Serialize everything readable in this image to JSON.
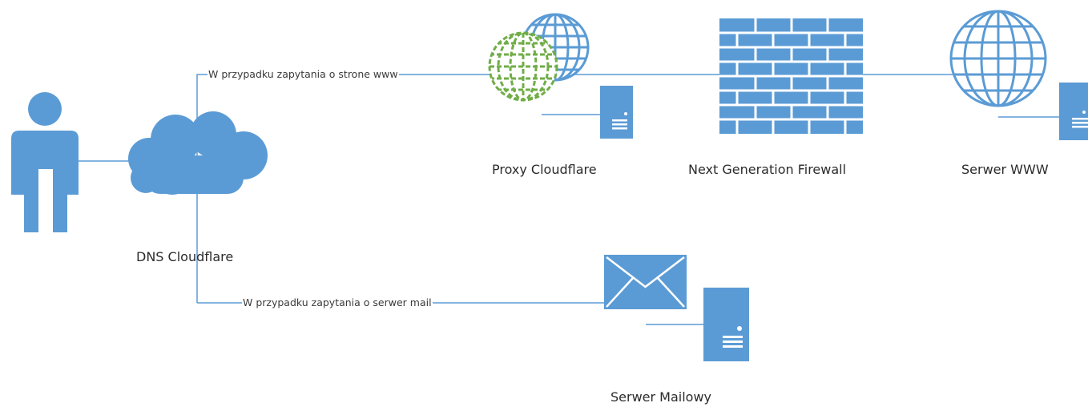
{
  "colors": {
    "accent": "#5b9bd5",
    "proxy_green": "#70ad47",
    "background": "#ffffff"
  },
  "nodes": {
    "user": {
      "icon": "user-icon"
    },
    "dns": {
      "label": "DNS Cloudflare",
      "icon": "cloud-icon"
    },
    "proxy": {
      "label": "Proxy Cloudflare",
      "icon": "globe-icon"
    },
    "firewall": {
      "label": "Next Generation Firewall",
      "icon": "firewall-icon"
    },
    "www": {
      "label": "Serwer WWW",
      "icon": "globe-icon"
    },
    "mail": {
      "label": "Serwer Mailowy",
      "icon": "envelope-icon"
    }
  },
  "edges": {
    "to_www": "W przypadku zapytania o strone www",
    "to_mail": "W przypadku zapytania o serwer mail"
  }
}
